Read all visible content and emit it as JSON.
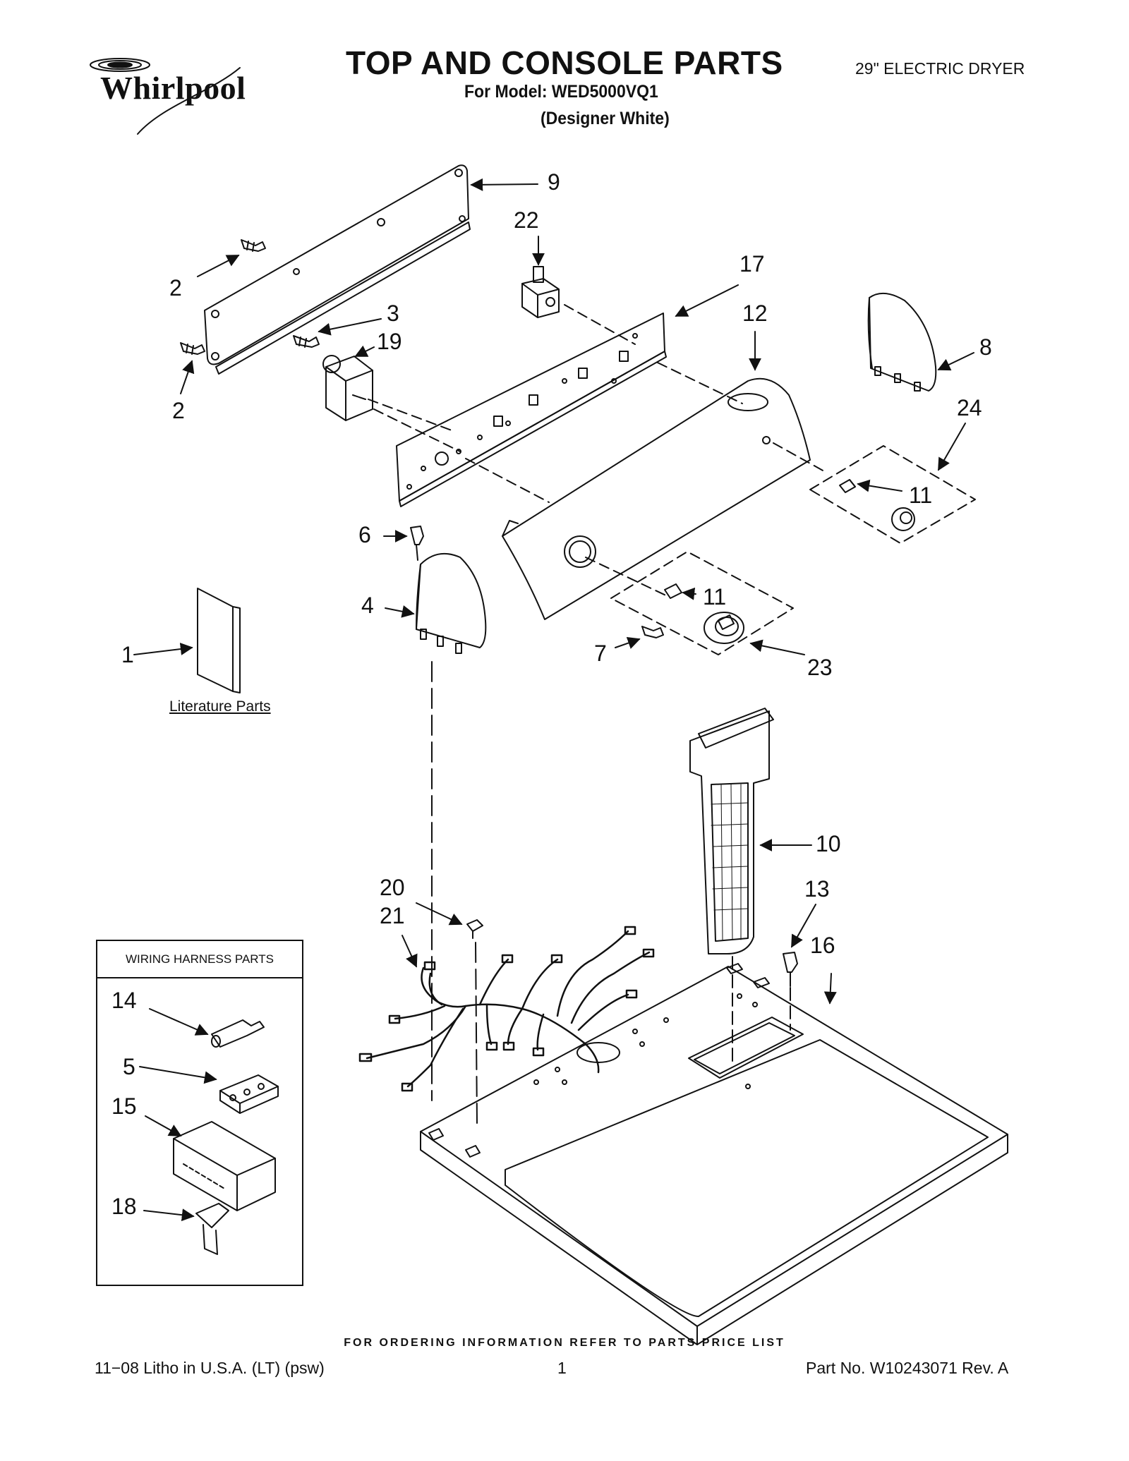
{
  "header": {
    "brand": "Whirlpool",
    "title": "TOP AND CONSOLE PARTS",
    "model_line": "For Model: WED5000VQ1",
    "color_line": "(Designer White)",
    "product_type": "29\" ELECTRIC DRYER"
  },
  "callouts": {
    "c1": "1",
    "c2a": "2",
    "c2b": "2",
    "c3": "3",
    "c4": "4",
    "c5": "5",
    "c6": "6",
    "c7": "7",
    "c8": "8",
    "c9": "9",
    "c10": "10",
    "c11a": "11",
    "c11b": "11",
    "c12": "12",
    "c13": "13",
    "c14": "14",
    "c15": "15",
    "c16": "16",
    "c17": "17",
    "c18": "18",
    "c19": "19",
    "c20": "20",
    "c21": "21",
    "c22": "22",
    "c23": "23",
    "c24": "24"
  },
  "literature_label": "Literature Parts",
  "wiring_box_title": "WIRING HARNESS PARTS",
  "footer": {
    "ordering_note": "FOR ORDERING INFORMATION REFER TO PARTS PRICE LIST",
    "litho": "11−08 Litho in U.S.A. (LT) (psw)",
    "page": "1",
    "part_no": "Part No. W10243071 Rev. A"
  }
}
